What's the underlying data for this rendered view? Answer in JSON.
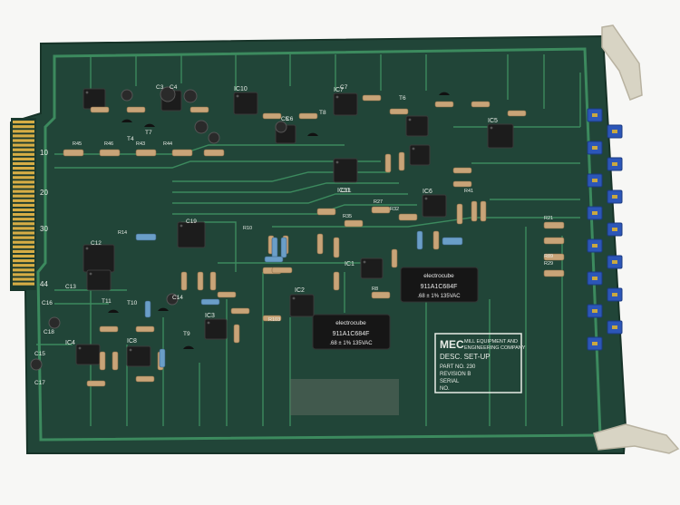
{
  "board": {
    "edge_pin_marks": [
      "10",
      "20",
      "30",
      "44"
    ],
    "ic_labels": [
      "IC10",
      "IC7",
      "IC5",
      "IC6",
      "IC1",
      "IC2",
      "IC3",
      "IC4",
      "IC8",
      "IC11"
    ],
    "cap_labels": [
      "C19",
      "C12",
      "C13",
      "C16",
      "C18",
      "C15",
      "C17",
      "C11",
      "C14",
      "C3",
      "C4",
      "C5",
      "C6",
      "C7"
    ],
    "res_labels": [
      "R14",
      "R10",
      "R27",
      "R21",
      "R29",
      "R32",
      "R35",
      "R103",
      "R41",
      "R45",
      "R44",
      "R43",
      "R46",
      "R8",
      "R89"
    ],
    "transistor_labels": [
      "T8",
      "T6",
      "T4",
      "T7",
      "T9",
      "T10",
      "T11"
    ],
    "cap_block_1": {
      "brand": "electrocube",
      "part": "911A1C684F",
      "rating": ".68 ± 1% 135VAC"
    },
    "cap_block_2": {
      "brand": "electrocube",
      "part": "911A1C684F",
      "rating": ".68 ± 1% 135VAC"
    },
    "label_plate": {
      "logo": "MEC",
      "company_line1": "MILL EQUIPMENT AND",
      "company_line2": "ENGINEERING COMPANY",
      "desc": "DESC. SET-UP",
      "part_no": "PART NO. 230",
      "revision": "REVISION B",
      "serial": "SERIAL",
      "no": "NO."
    }
  },
  "colors": {
    "pcb": "#214538",
    "pcb_dark": "#173328",
    "trace": "#3c8a5e",
    "gold": "#d6ad45",
    "ic": "#1c1c1c",
    "resistor": "#c8a478",
    "pot_blue": "#2c56b8",
    "ejector": "#d8d4c4"
  }
}
